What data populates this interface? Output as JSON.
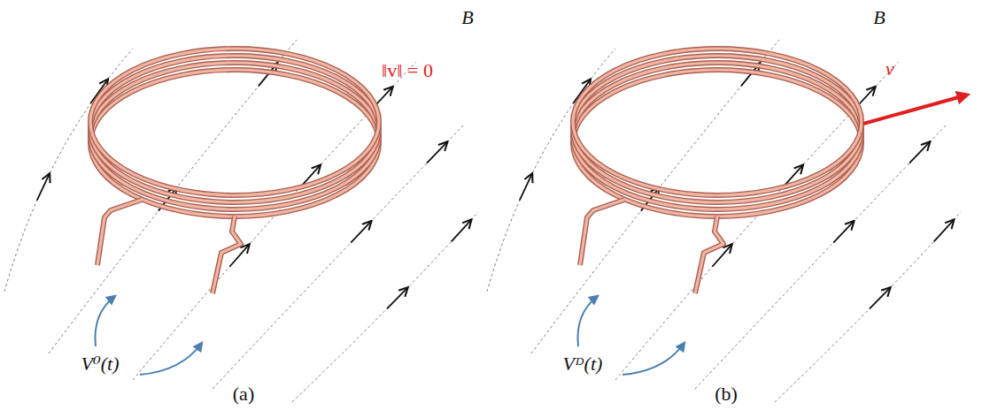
{
  "diagram": {
    "labels": [
      "B",
      "‖v‖ = 0",
      "V⁰(t)",
      "(a)",
      "B",
      "v",
      "Vᴰ(t)",
      "(b)"
    ]
  }
}
